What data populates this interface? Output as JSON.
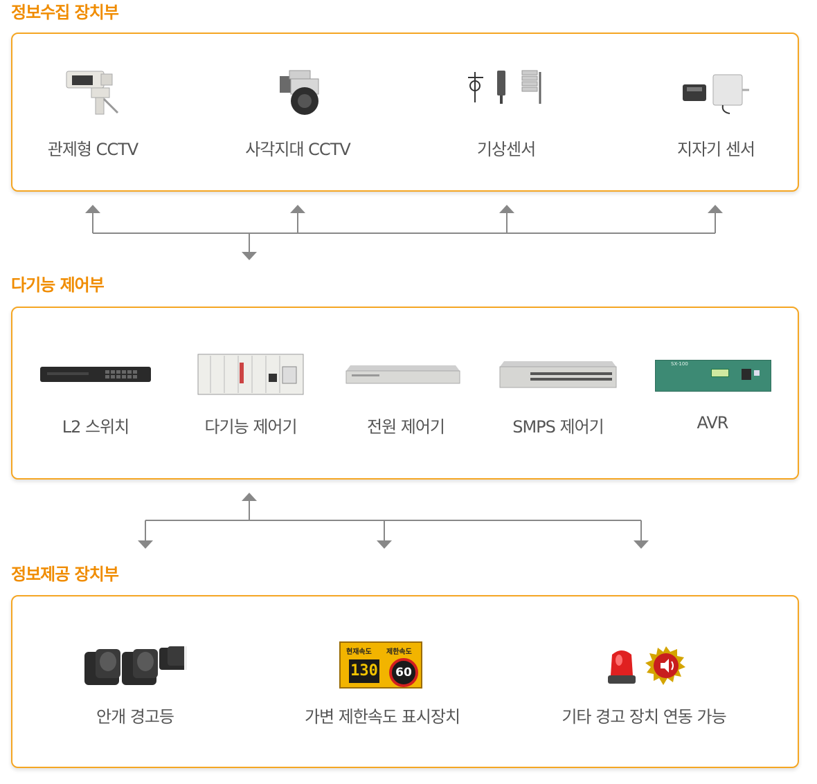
{
  "sections": {
    "collect": {
      "title": "정보수집 장치부",
      "items": [
        {
          "label": "관제형 CCTV",
          "icon": "cctv-camera-icon"
        },
        {
          "label": "사각지대 CCTV",
          "icon": "dome-camera-icon"
        },
        {
          "label": "기상센서",
          "icon": "weather-sensor-icon"
        },
        {
          "label": "지자기 센서",
          "icon": "magnetic-sensor-icon"
        }
      ]
    },
    "control": {
      "title": "다기능 제어부",
      "items": [
        {
          "label": "L2 스위치",
          "icon": "switch-icon"
        },
        {
          "label": "다기능 제어기",
          "icon": "controller-rack-icon"
        },
        {
          "label": "전원 제어기",
          "icon": "power-controller-icon"
        },
        {
          "label": "SMPS 제어기",
          "icon": "smps-icon"
        },
        {
          "label": "AVR",
          "icon": "avr-icon"
        }
      ]
    },
    "provide": {
      "title": "정보제공 장치부",
      "items": [
        {
          "label": "안개 경고등",
          "icon": "fog-lamp-icon"
        },
        {
          "label": "가변 제한속도 표시장치",
          "icon": "speed-sign-icon"
        },
        {
          "label": "기타 경고 장치 연동 가능",
          "icon": "warning-light-icon"
        }
      ]
    }
  },
  "speed_sign": {
    "current_label": "현재속도",
    "limit_label": "제한속도",
    "current_value": "130",
    "limit_value": "60"
  },
  "avr_panel_text": "SX-100",
  "colors": {
    "accent": "#f08c00",
    "border": "#f5a623",
    "arrow": "#888888"
  }
}
